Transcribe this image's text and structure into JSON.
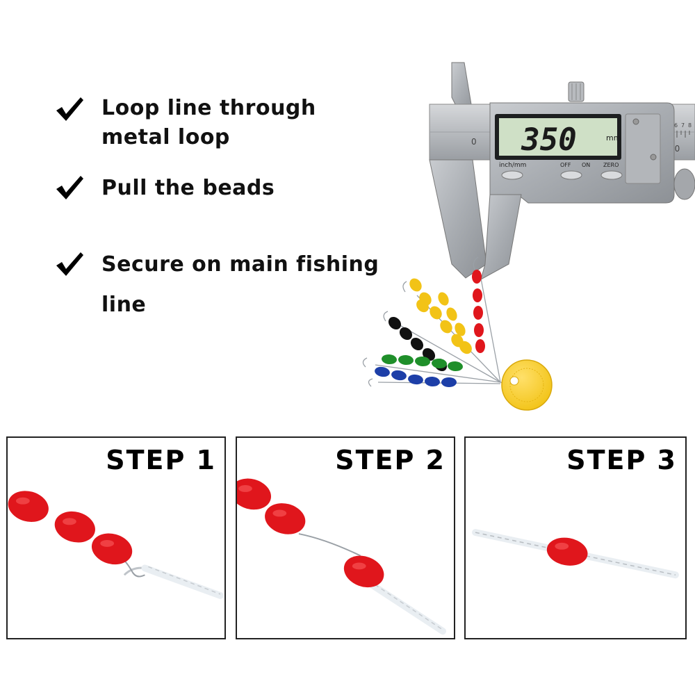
{
  "instructions": [
    {
      "line1": "Loop line through",
      "line2": "metal loop"
    },
    {
      "line1": "Pull the beads"
    },
    {
      "line1": "Secure on main fishing",
      "line2": "line"
    }
  ],
  "caliper": {
    "display_value": "350",
    "unit": "mm",
    "button_labels": [
      "inch/mm",
      "OFF",
      "ON",
      "ZERO"
    ],
    "scale_numbers": [
      "0",
      "70",
      "6",
      "7",
      "8"
    ]
  },
  "bead_colors": [
    "#e0161c",
    "#f2c316",
    "#111111",
    "#1f8f2a",
    "#1d3fa8"
  ],
  "steps": [
    {
      "title": "STEP 1"
    },
    {
      "title": "STEP 2"
    },
    {
      "title": "STEP 3"
    }
  ]
}
